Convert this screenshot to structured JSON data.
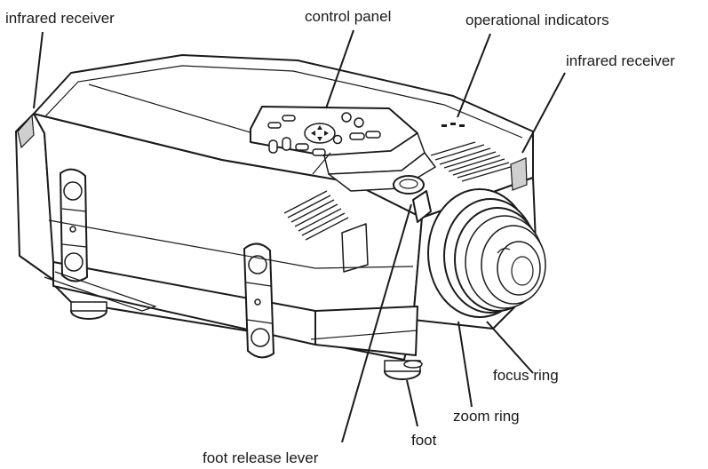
{
  "labels": {
    "infrared_receiver_left": "infrared receiver",
    "control_panel": "control panel",
    "operational_indicators": "operational indicators",
    "infrared_receiver_right": "infrared receiver",
    "focus_ring": "focus ring",
    "zoom_ring": "zoom ring",
    "foot_release_lever": "foot release lever",
    "foot": "foot"
  }
}
